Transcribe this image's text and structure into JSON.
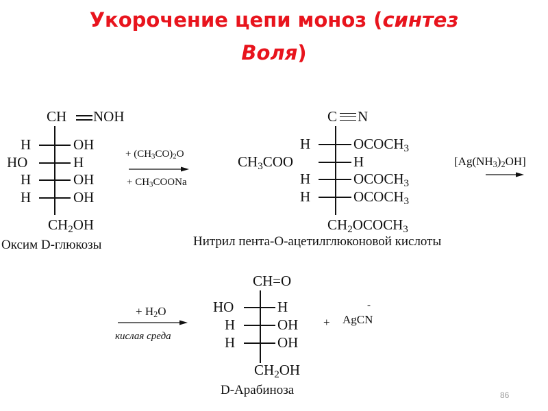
{
  "title": {
    "line1_plain": "Укорочение цепи моноз (",
    "line1_italic": "синтез",
    "line2_italic": "Воля",
    "line2_plain": ")"
  },
  "glucose_oxime": {
    "top_ch": "CH",
    "top_noh": "NOH",
    "rows": [
      {
        "left": "H",
        "right": "OH"
      },
      {
        "left": "HO",
        "right": "H"
      },
      {
        "left": "H",
        "right": "OH"
      },
      {
        "left": "H",
        "right": "OH"
      }
    ],
    "bottom_main": "CH",
    "bottom_sub": "2",
    "bottom_tail": "OH",
    "caption": "Оксим D-глюкозы"
  },
  "step1": {
    "reagent1_a": "+ (CH",
    "reagent1_s1": "3",
    "reagent1_b": "CO)",
    "reagent1_s2": "2",
    "reagent1_c": "O",
    "reagent2_a": "+ CH",
    "reagent2_s1": "3",
    "reagent2_b": "COONa"
  },
  "nitrile": {
    "top_c": "C",
    "top_n": "N",
    "rows": [
      {
        "left": "H",
        "right_a": "OCOCH",
        "right_s": "3"
      },
      {
        "left_a": "CH",
        "left_s": "3",
        "left_b": "COO",
        "right": "H"
      },
      {
        "left": "H",
        "right_a": "OCOCH",
        "right_s": "3"
      },
      {
        "left": "H",
        "right_a": "OCOCH",
        "right_s": "3"
      }
    ],
    "bottom_a": "CH",
    "bottom_s1": "2",
    "bottom_b": "OCOCH",
    "bottom_s2": "3",
    "caption": "Нитрил пента-О-ацетилглюконовой кислоты"
  },
  "step2": {
    "reagent_a": "[Ag(NH",
    "reagent_s1": "3",
    "reagent_b": ")",
    "reagent_s2": "2",
    "reagent_c": "OH]"
  },
  "step3": {
    "reagent_a": "+ H",
    "reagent_s": "2",
    "reagent_b": "O",
    "condition": "кислая среда"
  },
  "arabinose": {
    "top": "CH=O",
    "rows": [
      {
        "left": "HO",
        "right": "H"
      },
      {
        "left": "H",
        "right": "OH"
      },
      {
        "left": "H",
        "right": "OH"
      }
    ],
    "bottom_main": "CH",
    "bottom_sub": "2",
    "bottom_tail": "OH",
    "caption": "D-Арабиноза"
  },
  "byproduct": {
    "plus": "+",
    "charge": "-",
    "formula": "AgCN"
  },
  "slide_number": "86"
}
